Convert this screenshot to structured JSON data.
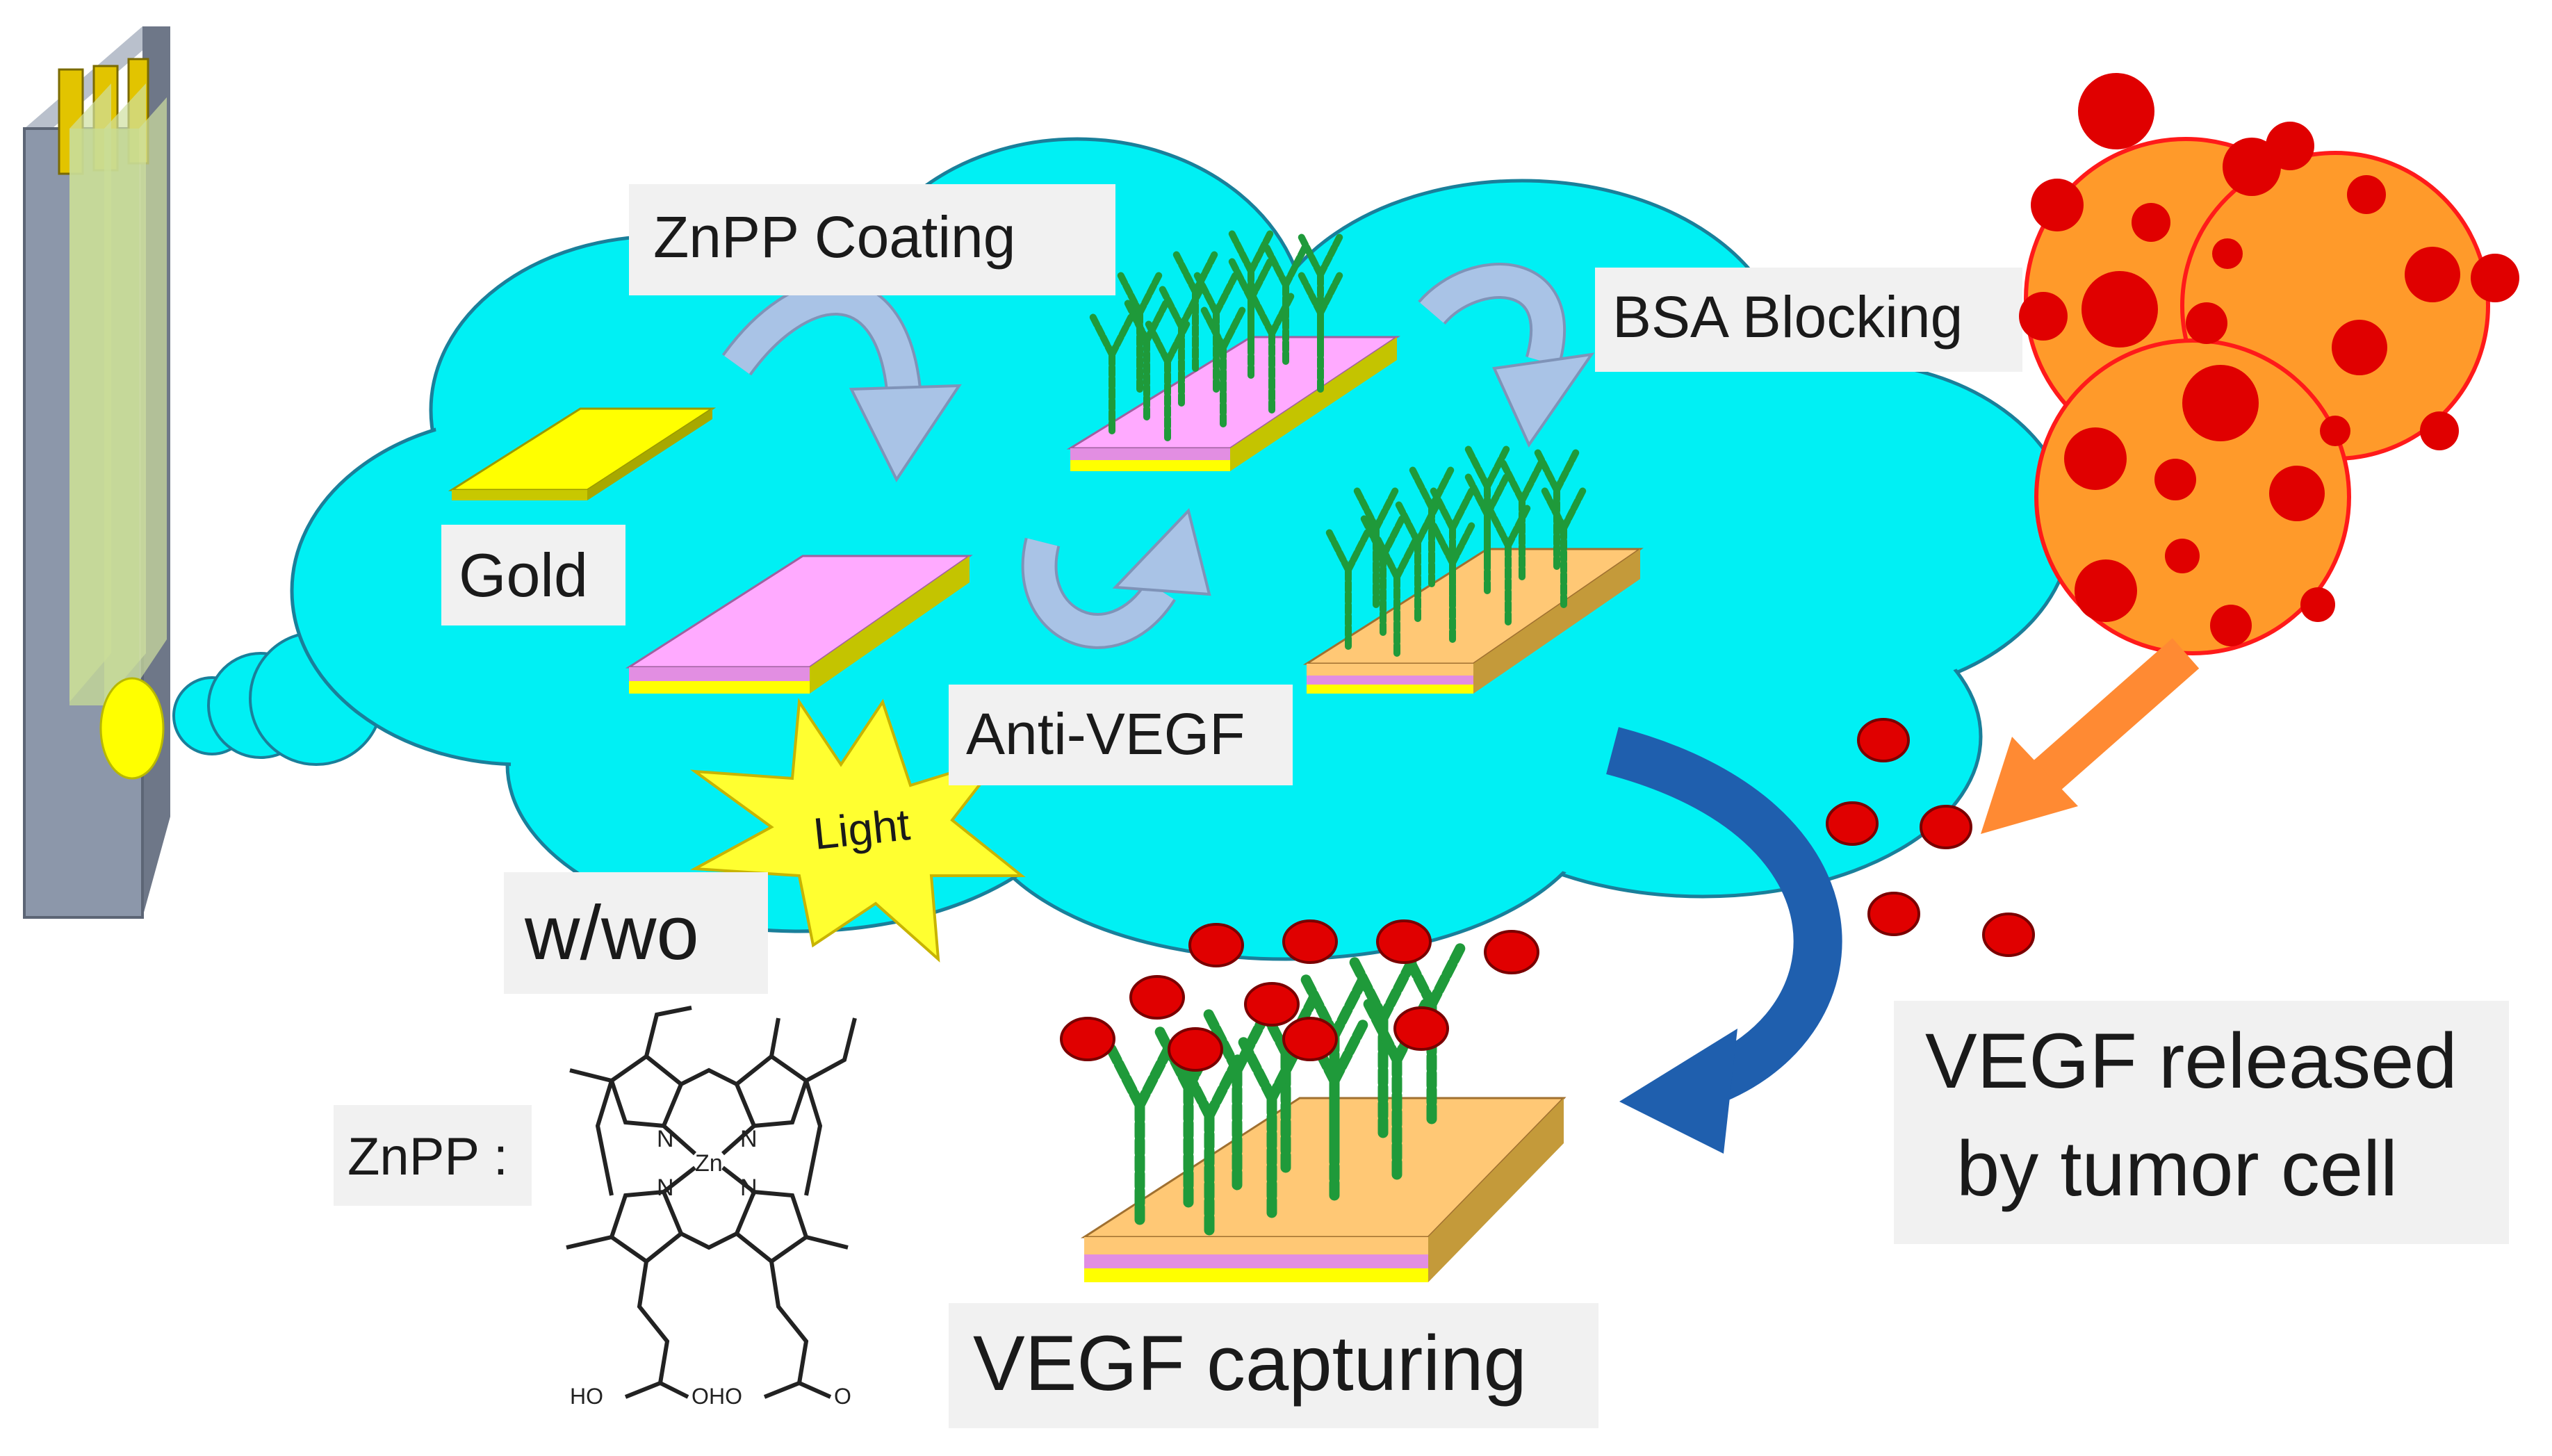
{
  "labels": {
    "znpp_coating": "ZnPP Coating",
    "bsa_blocking": "BSA Blocking",
    "gold": "Gold",
    "anti_vegf": "Anti-VEGF",
    "light": "Light",
    "w_wo": "w/wo",
    "znpp_prefix": "ZnPP :",
    "vegf_capturing": "VEGF capturing",
    "vegf_released_line1": "VEGF released",
    "vegf_released_line2": "by tumor cell"
  },
  "structure_atoms": {
    "n": "N",
    "zn": "Zn",
    "ho": "HO",
    "o": "O"
  },
  "colors": {
    "cloud": "#00f0f4",
    "gold": "#ffff00",
    "pink_layer": "#ffaaff",
    "bsa_layer": "#ffc875",
    "antibody": "#1f9a3a",
    "vegf": "#e00000",
    "tumor": "#ff9a2a",
    "curve_arrow": "#a9c3e6",
    "blue_arrow": "#1f5fae",
    "orange_arrow": "#ff8a33",
    "label_bg": "#f1f1f1",
    "electrode_body": "#8c97aa"
  }
}
